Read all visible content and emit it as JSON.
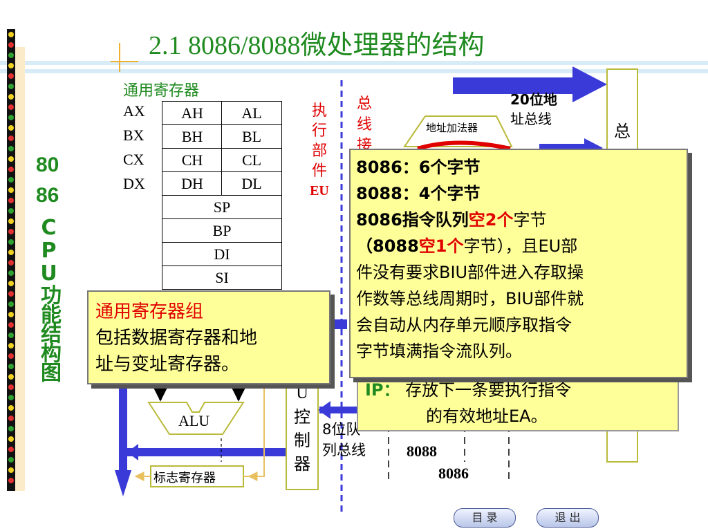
{
  "slide": {
    "title": "2.1  8086/8088微处理器的结构",
    "side_title": [
      "80",
      "86",
      "CPU功能结构图"
    ]
  },
  "registers": {
    "group_label": "通用寄存器",
    "rows": [
      {
        "name": "AX",
        "high": "AH",
        "low": "AL"
      },
      {
        "name": "BX",
        "high": "BH",
        "low": "BL"
      },
      {
        "name": "CX",
        "high": "CH",
        "low": "CL"
      },
      {
        "name": "DX",
        "high": "DH",
        "low": "DL"
      }
    ],
    "pointers": [
      "SP",
      "BP",
      "DI",
      "SI"
    ]
  },
  "eu": {
    "label_chars": [
      "执",
      "行",
      "部",
      "件"
    ],
    "label_suffix": "EU"
  },
  "biu": {
    "partial_label_chars": [
      "总",
      "线",
      "接"
    ]
  },
  "address_adder": "地址加法器",
  "address_bus_20": [
    "20位地",
    "址总线"
  ],
  "bus_label_partial": "总",
  "alu": "ALU",
  "flags_register": "标志寄存器",
  "eu_control": {
    "partial_chars": [
      "U",
      "控",
      "制",
      "器"
    ]
  },
  "queue_bus": [
    "8位队",
    "列总线"
  ],
  "chip_labels": {
    "c8088": "8088",
    "c8086": "8086"
  },
  "callout_general": {
    "heading": "通用寄存器组",
    "body": [
      "包括数据寄存器和地",
      "址与变址寄存器。"
    ]
  },
  "callout_queue": {
    "line1": "8086：6个字节",
    "line2": "8088：4个字节",
    "line3_a": "8086指令队列",
    "line3_red": "空2个",
    "line3_b": "字节",
    "line4_a": "（8088",
    "line4_red": "空1个",
    "line4_b": "字节），且EU部",
    "line5": "件没有要求BIU部件进入存取操",
    "line6": "作数等总线周期时，BIU部件就",
    "line7": "会自动从内存单元顺序取指令",
    "line8": "字节填满指令流队列。"
  },
  "callout_ip": {
    "line1_a": "IP：",
    "line1_b": "存放下一条要执行指令",
    "line2": "的有效地址EA。"
  },
  "nav": {
    "contents": "目  录",
    "exit": "退  出"
  },
  "colors": {
    "title_green": "#1f8a1f",
    "callout_yellow": "#ffff99",
    "arrow_blue": "#3a3ad8",
    "highlight_red": "#e00000"
  }
}
